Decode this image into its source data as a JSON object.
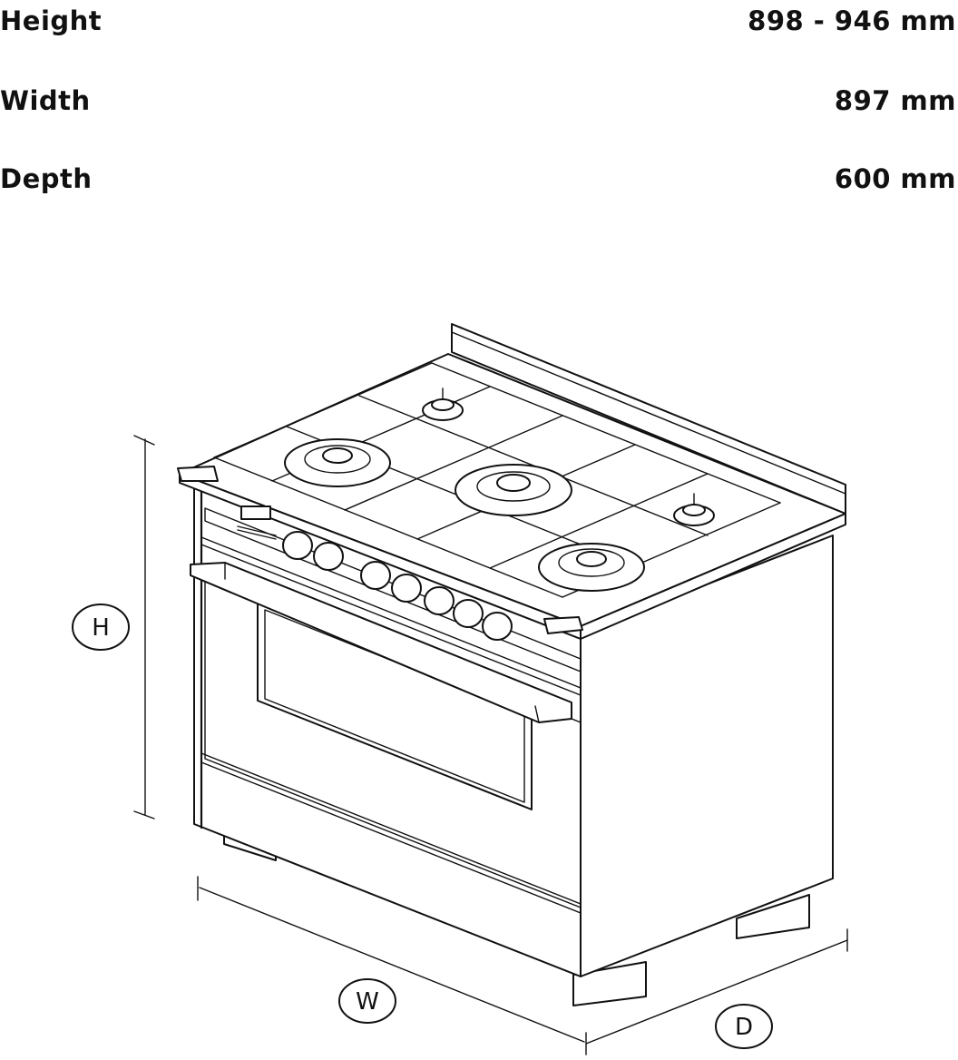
{
  "specs": [
    {
      "label": "Height",
      "value": "898 - 946 mm"
    },
    {
      "label": "Width",
      "value": "897 mm"
    },
    {
      "label": "Depth",
      "value": "600 mm"
    }
  ],
  "dimension_markers": {
    "height": "H",
    "width": "W",
    "depth": "D"
  },
  "colors": {
    "line": "#111111",
    "background": "#ffffff"
  }
}
